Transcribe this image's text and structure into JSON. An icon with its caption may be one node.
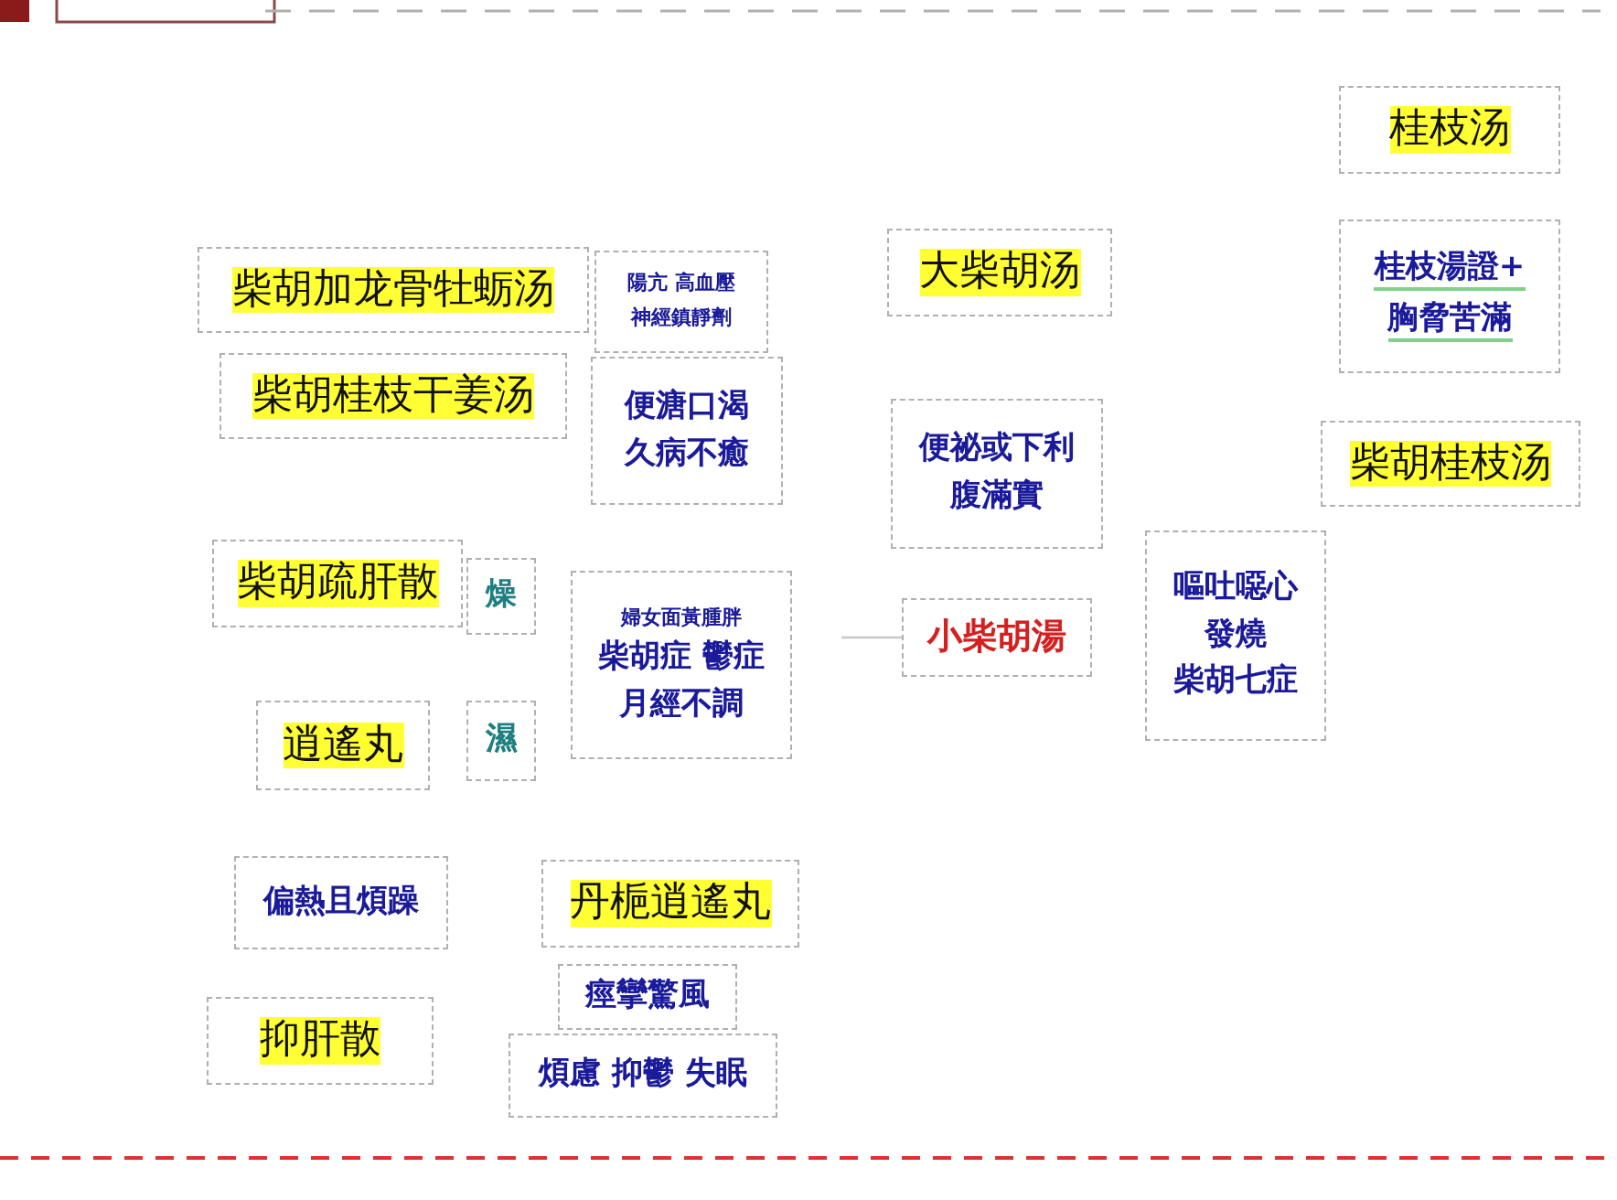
{
  "diagram": {
    "nodes": [
      {
        "text": [
          "柴胡加龙骨牡蛎汤"
        ]
      },
      {
        "text": [
          "陽亢 高血壓",
          "神經鎮靜劑"
        ]
      },
      {
        "text": [
          "柴胡桂枝干姜汤"
        ]
      },
      {
        "text": [
          "便溏口渴",
          "久病不癒"
        ]
      },
      {
        "text": [
          "大柴胡汤"
        ]
      },
      {
        "text": [
          "便祕或下利",
          "腹滿實"
        ]
      },
      {
        "text": [
          "桂枝汤"
        ]
      },
      {
        "text": [
          "桂枝湯證+",
          "胸脅苦滿"
        ]
      },
      {
        "text": [
          "柴胡桂枝汤"
        ]
      },
      {
        "text": [
          "柴胡疏肝散"
        ]
      },
      {
        "text": [
          "燥"
        ]
      },
      {
        "text": [
          "婦女面黃腫胖",
          "柴胡症 鬱症",
          "月經不調"
        ]
      },
      {
        "text": [
          "小柴胡湯"
        ]
      },
      {
        "text": [
          "嘔吐噁心",
          "發燒",
          "柴胡七症"
        ]
      },
      {
        "text": [
          "逍遙丸"
        ]
      },
      {
        "text": [
          "濕"
        ]
      },
      {
        "text": [
          "偏熱且煩躁"
        ]
      },
      {
        "text": [
          "丹梔逍遙丸"
        ]
      },
      {
        "text": [
          "抑肝散"
        ]
      },
      {
        "text": [
          "痙攣驚風"
        ]
      },
      {
        "text": [
          "煩慮 抑鬱 失眠"
        ]
      }
    ],
    "edges": [
      {
        "from": null,
        "to": 12,
        "arrow": "none"
      }
    ]
  }
}
